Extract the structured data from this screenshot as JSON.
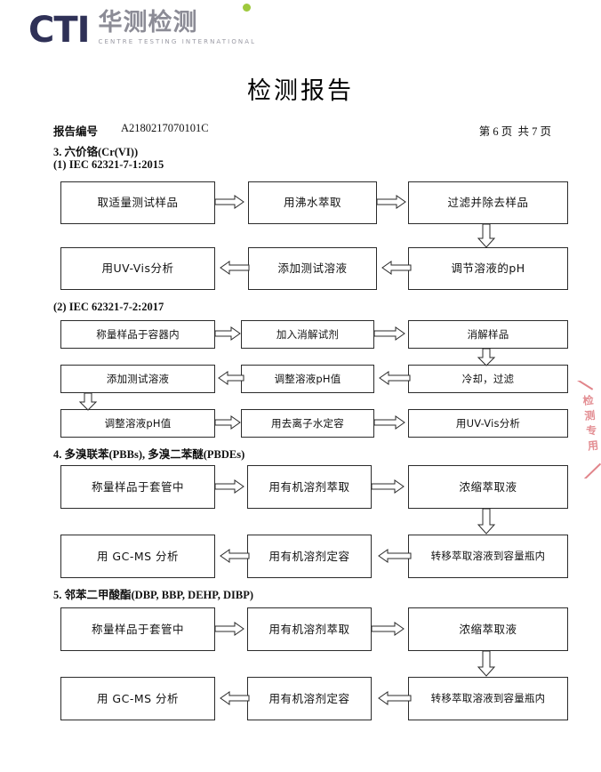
{
  "header": {
    "logo": {
      "mark_text": "CTI",
      "cn_text": "华测检测",
      "en_text": "CENTRE TESTING INTERNATIONAL",
      "mark_color": "#2f3157",
      "dot_color": "#9ec93c",
      "cn_color": "#8c8c96"
    },
    "title": "检测报告"
  },
  "meta": {
    "report_no_label": "报告编号",
    "report_no_value": "A2180217070101C",
    "pages": "第 6 页  共 7 页"
  },
  "sections": [
    {
      "heading": "3. 六价铬(Cr(VI))",
      "subheading": "(1) IEC 62321-7-1:2015",
      "boxes": [
        "取适量测试样品",
        "用沸水萃取",
        "过滤并除去样品",
        "用UV-Vis分析",
        "添加测试溶液",
        "调节溶液的pH"
      ]
    },
    {
      "heading": "(2) IEC 62321-7-2:2017",
      "boxes": [
        "称量样品于容器内",
        "加入消解试剂",
        "消解样品",
        "添加测试溶液",
        "调整溶液pH值",
        "冷却，过滤",
        "调整溶液pH值",
        "用去离子水定容",
        "用UV-Vis分析"
      ]
    },
    {
      "heading": "4. 多溴联苯(PBBs), 多溴二苯醚(PBDEs)",
      "boxes": [
        "称量样品于套管中",
        "用有机溶剂萃取",
        "浓缩萃取液",
        "用 GC-MS 分析",
        "用有机溶剂定容",
        "转移萃取溶液到容量瓶内"
      ]
    },
    {
      "heading": "5. 邻苯二甲酸酯(DBP, BBP, DEHP, DIBP)",
      "boxes": [
        "称量样品于套管中",
        "用有机溶剂萃取",
        "浓缩萃取液",
        "用 GC-MS 分析",
        "用有机溶剂定容",
        "转移萃取溶液到容量瓶内"
      ]
    }
  ],
  "stamp": {
    "chars": [
      "检",
      "测",
      "专",
      "用"
    ],
    "color": "#d0414a"
  }
}
